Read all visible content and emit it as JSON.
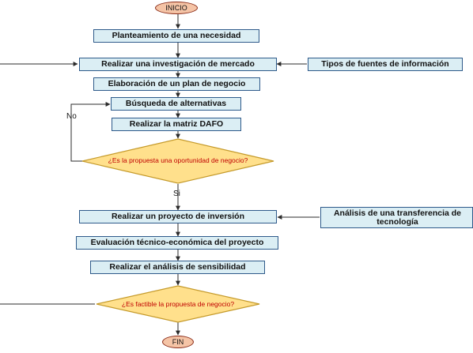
{
  "colors": {
    "process_fill": "#dbeef4",
    "process_border": "#2e5a8a",
    "decision_fill": "#ffe08c",
    "decision_border": "#c59a2a",
    "terminal_fill": "#f5c4a6",
    "question_text": "#c00000"
  },
  "start_label": "INICIO",
  "end_label": "FIN",
  "steps": {
    "s1": "Planteamiento de una necesidad",
    "s2": "Realizar una investigación de mercado",
    "s3": "Elaboración de un plan de negocio",
    "s4": "Búsqueda de alternativas",
    "s5": "Realizar la matriz DAFO",
    "s6": "Realizar un proyecto de inversión",
    "s7": "Evaluación técnico-económica del proyecto",
    "s8": "Realizar el análisis de sensibilidad"
  },
  "inputs": {
    "sources": "Tipos de fuentes de información",
    "transfer": "Análisis de una transferencia de tecnología"
  },
  "decisions": {
    "d1": "¿Es la propuesta una oportunidad de negocio?",
    "d2": "¿Es factible la propuesta de negocio?"
  },
  "branch_labels": {
    "no": "No",
    "yes": "Si"
  }
}
